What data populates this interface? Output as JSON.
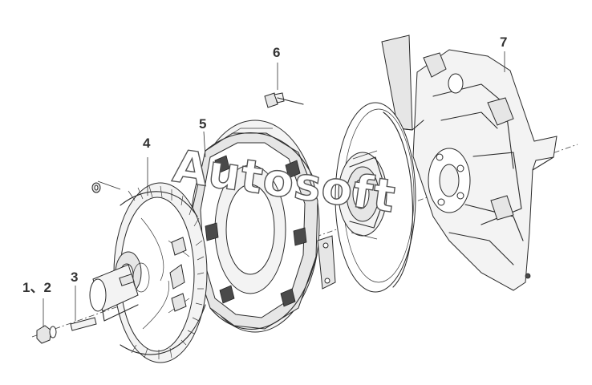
{
  "diagram": {
    "labels": {
      "part_1_2": "1、2",
      "part_3": "3",
      "part_4": "4",
      "part_5": "5",
      "part_6": "6",
      "part_7": "7"
    },
    "watermark": "Autosoft"
  }
}
